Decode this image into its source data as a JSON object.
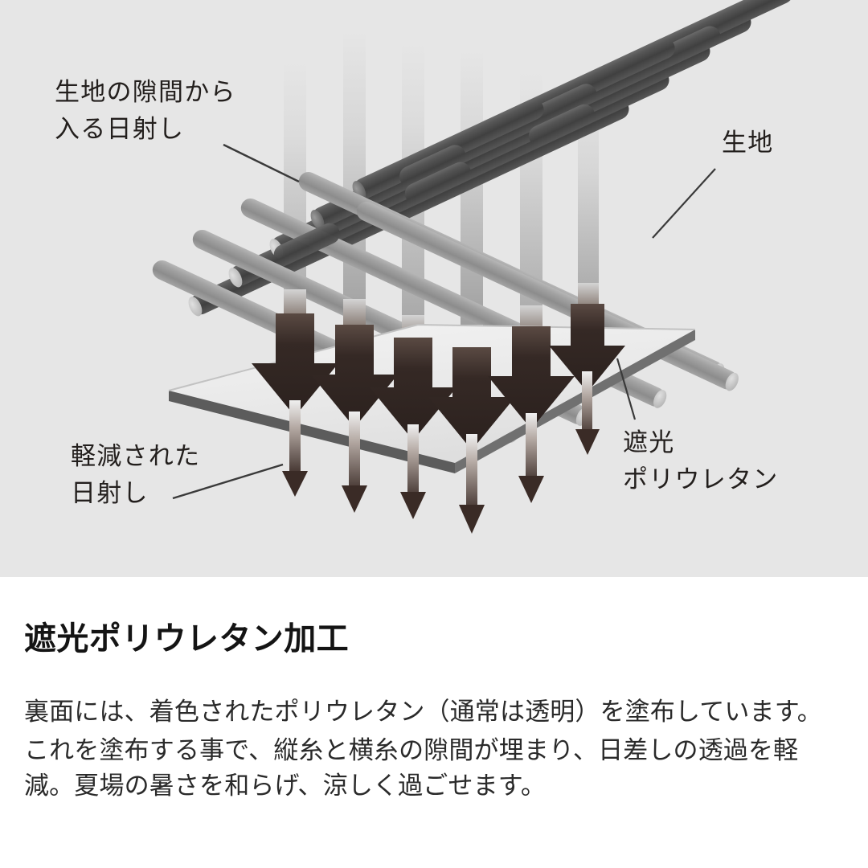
{
  "figure": {
    "background_color": "#e6e6e6",
    "labels": {
      "incoming_sunlight": "生地の隙間から\n入る日射し",
      "fabric": "生地",
      "blackout_polyurethane": "遮光\nポリウレタン",
      "reduced_sunlight": "軽減された\n日射し"
    },
    "colors": {
      "thread_dark": "#4a4a4a",
      "thread_light": "#9a9a9a",
      "sheet_face": "#ededed",
      "sheet_edge": "#5a5a5a",
      "arrow_dark": "#2e2320",
      "beam_light": "#c9c9c9",
      "label_text": "#231f1d"
    },
    "elements": {
      "light_beams_above_count": 6,
      "big_arrows_count": 6,
      "thin_arrows_below_count": 6,
      "weave_threads_per_direction": 5
    }
  },
  "content": {
    "heading": "遮光ポリウレタン加工",
    "paragraphs": [
      "裏面には、着色されたポリウレタン（通常は透明）を塗布しています。",
      "これを塗布する事で、縦糸と横糸の隙間が埋まり、日差しの透過を軽減。夏場の暑さを和らげ、涼しく過ごせます。"
    ]
  }
}
